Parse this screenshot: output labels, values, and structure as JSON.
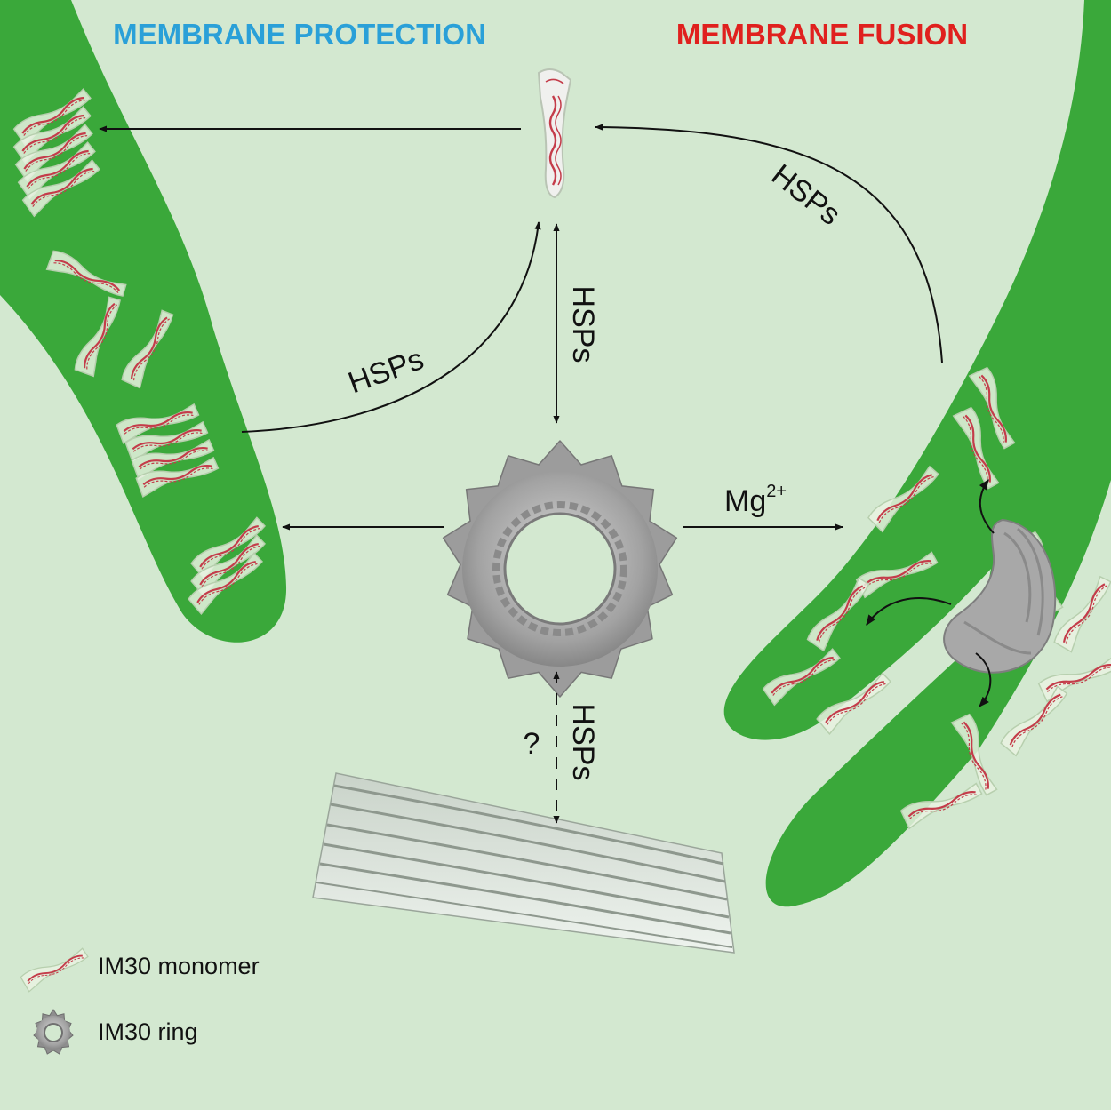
{
  "headings": {
    "left": "MEMBRANE PROTECTION",
    "right": "MEMBRANE FUSION"
  },
  "labels": {
    "hsps_left_curve": "HSPs",
    "hsps_center_vertical": "HSPs",
    "hsps_right_curve": "HSPs",
    "hsps_bottom_dashed": "HSPs",
    "mg_base": "Mg",
    "mg_charge": "2+",
    "question": "?"
  },
  "legend": {
    "monomer": "IM30 monomer",
    "ring": "IM30 ring"
  },
  "colors": {
    "background": "#d3e8d0",
    "membrane": "#3aa83a",
    "heading_left": "#2aa0d8",
    "heading_right": "#e0201e",
    "monomer_stroke": "#c43c4a",
    "ring": "#9a9a9a"
  }
}
